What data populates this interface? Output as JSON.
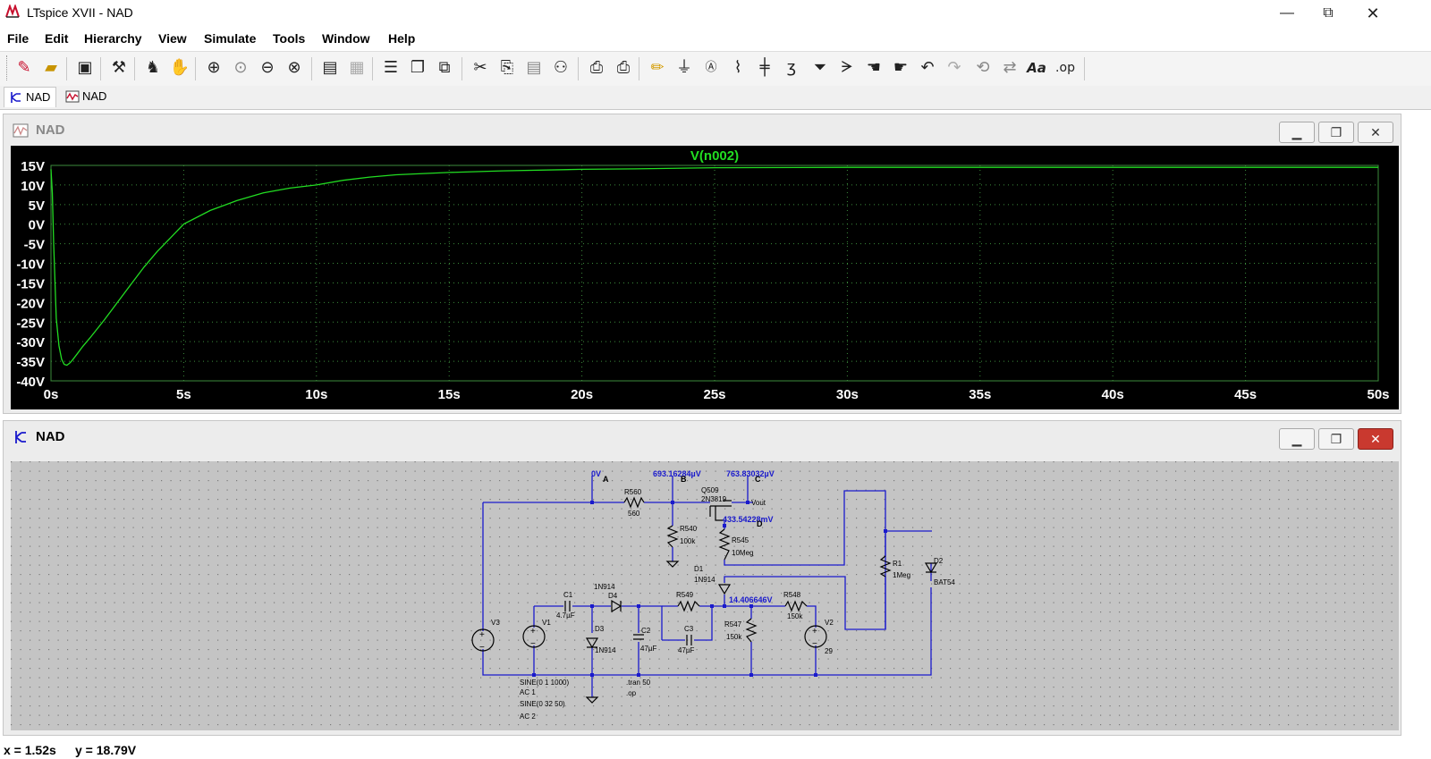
{
  "window": {
    "title": "LTspice XVII - NAD",
    "minimize": "—",
    "maximize": "⧉",
    "close": "✕"
  },
  "menu": [
    "File",
    "Edit",
    "Hierarchy",
    "View",
    "Simulate",
    "Tools",
    "Window",
    "Help"
  ],
  "toolbar": {
    "icons": [
      "new-schematic-icon",
      "open-icon",
      "save-icon",
      "control-panel-icon",
      "run-icon",
      "halt-icon",
      "zoom-in-icon",
      "zoom-area-icon",
      "zoom-out-icon",
      "zoom-fit-icon",
      "autorange-icon",
      "grid-icon",
      "tile-horizontal-icon",
      "cascade-icon",
      "tile-vertical-icon",
      "cut-icon",
      "copy-icon",
      "paste-icon",
      "find-icon",
      "print-preview-icon",
      "print-icon",
      "draw-wire-icon",
      "ground-icon",
      "label-net-icon",
      "resistor-icon",
      "capacitor-icon",
      "inductor-icon",
      "diode-icon",
      "component-icon",
      "move-icon",
      "drag-icon",
      "undo-icon",
      "redo-icon",
      "rotate-icon",
      "mirror-icon",
      "text-icon",
      "spice-directive-icon"
    ],
    "text_a": "Aa",
    "text_op": ".op"
  },
  "tabs": [
    {
      "label": "NAD",
      "kind": "schematic"
    },
    {
      "label": "NAD",
      "kind": "waveform"
    }
  ],
  "waveform_window": {
    "title": "NAD",
    "colors": {
      "background": "#000000",
      "trace": "#22dd22",
      "grid": "#3c8c3c",
      "axis_text": "#ffffff"
    }
  },
  "schematic_window": {
    "title": "NAD",
    "colors": {
      "wire": "#1a1acc",
      "component": "#000000",
      "label": "#1a1acc",
      "sheet": "#c4c4c4"
    }
  },
  "chart_data": {
    "type": "line",
    "title": "V(n002)",
    "xlabel": "",
    "ylabel": "",
    "xlim": [
      0,
      50
    ],
    "ylim": [
      -40,
      15
    ],
    "x_ticks": [
      "0s",
      "5s",
      "10s",
      "15s",
      "20s",
      "25s",
      "30s",
      "35s",
      "40s",
      "45s",
      "50s"
    ],
    "y_ticks": [
      "15V",
      "10V",
      "5V",
      "0V",
      "-5V",
      "-10V",
      "-15V",
      "-20V",
      "-25V",
      "-30V",
      "-35V",
      "-40V"
    ],
    "grid": true,
    "series": [
      {
        "name": "V(n002)",
        "x": [
          0,
          0.05,
          0.1,
          0.2,
          0.3,
          0.4,
          0.5,
          0.6,
          0.7,
          0.8,
          1.0,
          1.2,
          1.5,
          2.0,
          2.5,
          3.0,
          3.5,
          4.0,
          4.5,
          5.0,
          6.0,
          7.0,
          8.0,
          9.0,
          10.0,
          11.0,
          12.0,
          13.0,
          15.0,
          17.0,
          20.0,
          22.0,
          25.0,
          30.0,
          35.0,
          40.0,
          45.0,
          50.0
        ],
        "y": [
          14,
          8.0,
          -5.0,
          -24.0,
          -31.0,
          -34.5,
          -35.8,
          -36.0,
          -35.5,
          -34.8,
          -33.0,
          -31.2,
          -28.8,
          -24.5,
          -20.0,
          -15.5,
          -11.0,
          -7.0,
          -3.5,
          0.0,
          3.5,
          6.0,
          8.0,
          9.2,
          10.0,
          11.2,
          12.0,
          12.6,
          13.2,
          13.6,
          14.0,
          14.1,
          14.4,
          14.5,
          14.5,
          14.5,
          14.5,
          14.5
        ]
      }
    ]
  },
  "schematic": {
    "node_labels": {
      "a": "0V",
      "a_tag": "A",
      "b": "693.16284µV",
      "b_tag": "B",
      "c": "763.83032µV",
      "c_tag": "C",
      "d": "433.54228mV",
      "d_tag": "D",
      "e": "14.406646V"
    },
    "parts": {
      "r560": "R560",
      "r560_val": "560",
      "q509": "Q509",
      "q509_model": "2N3819",
      "vout": "Vout",
      "r540": "R540",
      "r540_val": "100k",
      "r545": "R545",
      "r545_val": "10Meg",
      "r1": "R1",
      "r1_val": "1Meg",
      "d2": "D2",
      "d2_model": "BAT54",
      "d1": "D1",
      "d1_model": "1N914",
      "d4": "D4",
      "d4_model": "1N914",
      "c1": "C1",
      "c1_val": "4.7µF",
      "r549": "R549",
      "r548": "R548",
      "r548_val": "150k",
      "v3": "V3",
      "v1": "V1",
      "d3": "D3",
      "d3_model": "1N914",
      "c2": "C2",
      "c2_val": "47µF",
      "c3": "C3",
      "c3_val": "47µF",
      "r547": "R547",
      "r547_val": "150k",
      "v2": "V2",
      "v2_val": "29"
    },
    "sources": {
      "v1_sine": "SINE(0 1 1000)",
      "v1_ac": "AC 1",
      "v3_sine": "SINE(0 32 50)",
      "v3_ac": "AC 2"
    },
    "directives": {
      "tran": ".tran 50",
      "op": ".op"
    }
  },
  "status": {
    "x": "x = 1.52s",
    "y": "y = 18.79V"
  }
}
